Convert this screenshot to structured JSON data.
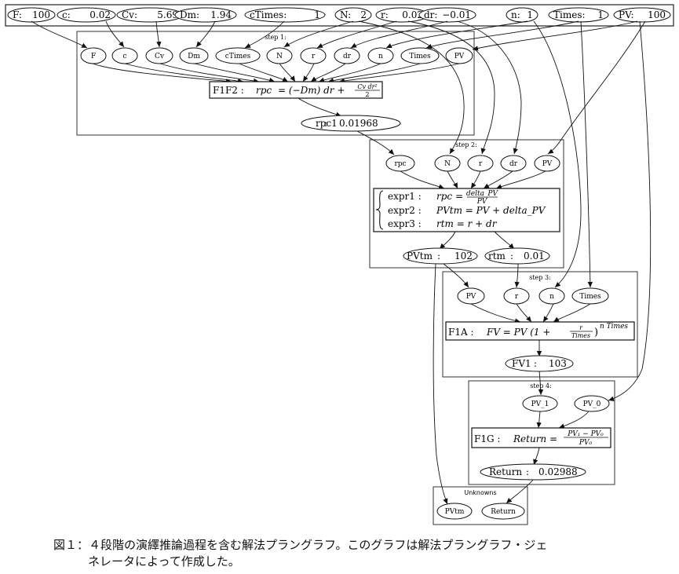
{
  "input_vars": [
    {
      "name": "F",
      "value": "100"
    },
    {
      "name": "c",
      "value": "0.02"
    },
    {
      "name": "Cv",
      "value": "5.69"
    },
    {
      "name": "Dm",
      "value": "1.94"
    },
    {
      "name": "cTimes",
      "value": "1"
    },
    {
      "name": "N",
      "value": "2"
    },
    {
      "name": "r",
      "value": "0.02"
    },
    {
      "name": "dr",
      "value": "−0.01"
    },
    {
      "name": "n",
      "value": "1"
    },
    {
      "name": "Times",
      "value": "1"
    },
    {
      "name": "PV",
      "value": "100"
    }
  ],
  "steps": [
    {
      "label": "step 1:",
      "inputs": [
        "F",
        "c",
        "Cv",
        "Dm",
        "cTimes",
        "N",
        "r",
        "dr",
        "n",
        "Times",
        "PV"
      ],
      "equation": {
        "name": "F1F2 :",
        "lhs": "rpc",
        "body": "= (−Dm) dr +",
        "frac_num": "Cv dr²",
        "frac_den": "2"
      },
      "outputs": [
        {
          "name": "rpc1",
          "value": "0.01968"
        }
      ]
    },
    {
      "label": "step 2:",
      "inputs": [
        "rpc",
        "N",
        "r",
        "dr",
        "PV"
      ],
      "equations": [
        {
          "name": "expr1 :",
          "lhs": "rpc =",
          "frac_num": "delta_PV",
          "frac_den": "PV"
        },
        {
          "name": "expr2 :",
          "text": "PVtm = PV + delta_PV"
        },
        {
          "name": "expr3 :",
          "text": "rtm = r + dr"
        }
      ],
      "outputs": [
        {
          "name": "PVtm",
          "value": "102"
        },
        {
          "name": "rtm",
          "value": "0.01"
        }
      ]
    },
    {
      "label": "step 3:",
      "inputs": [
        "PV",
        "r",
        "n",
        "Times"
      ],
      "equation": {
        "name": "F1A :",
        "text": "FV = PV (1 +",
        "frac_num": "r",
        "frac_den": "Times",
        "tail": ")",
        "sup": "n Times"
      },
      "outputs": [
        {
          "name": "FV1",
          "value": "103"
        }
      ]
    },
    {
      "label": "step 4:",
      "inputs": [
        "PV_1",
        "PV_0"
      ],
      "equation": {
        "name": "F1G :",
        "lhs": "Return =",
        "frac_num": "PV₁ − PV₀",
        "frac_den": "PV₀"
      },
      "outputs": [
        {
          "name": "Return",
          "value": "0.02988"
        }
      ]
    }
  ],
  "unknowns": {
    "label": "Unknowns",
    "items": [
      "PVtm",
      "Return"
    ]
  },
  "caption": {
    "line1": "図１：４段階の演繹推論過程を含む解法プラングラフ。このグラフは解法プラングラフ・ジェ",
    "line2": "ネレータによって作成した。"
  }
}
